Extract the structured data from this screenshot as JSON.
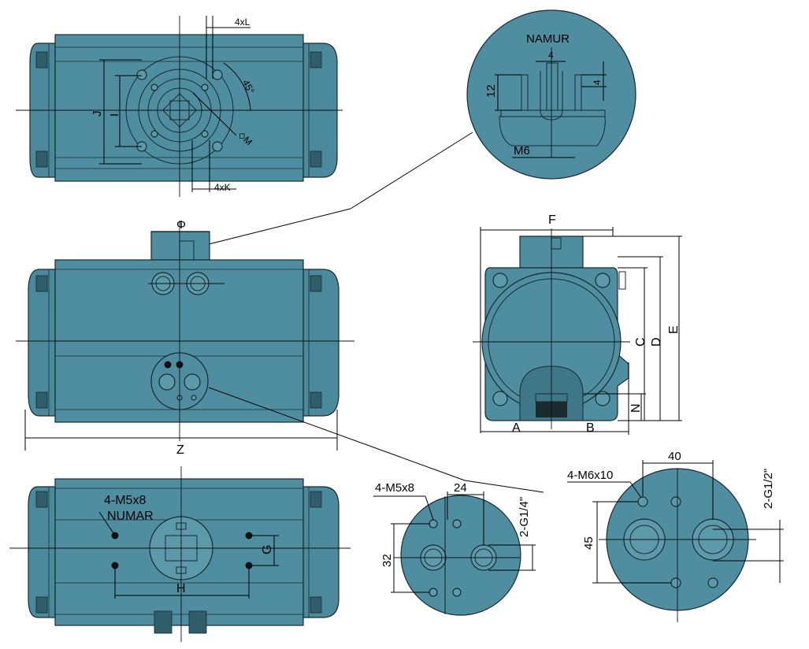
{
  "labels": {
    "top_4xL": "4xL",
    "top_45deg": "45°",
    "top_J": "J",
    "top_I": "I",
    "top_M": "◇M",
    "top_4xK": "4xK",
    "namur_title": "NAMUR",
    "namur_4": "4",
    "namur_4b": "4",
    "namur_12": "12",
    "namur_m6": "M6",
    "front_phi": "Φ",
    "front_Z": "Z",
    "side_F": "F",
    "side_C": "C",
    "side_D": "D",
    "side_E": "E",
    "side_N": "N",
    "side_A": "A",
    "side_B": "B",
    "bottom_4m5x8": "4-M5x8",
    "bottom_numar": "NUMAR",
    "bottom_G": "G",
    "bottom_H": "H",
    "small_4m5x8": "4-M5x8",
    "small_24": "24",
    "small_32": "32",
    "small_g14": "2-G1/4\"",
    "large_4m6x10": "4-M6x10",
    "large_40": "40",
    "large_45": "45",
    "large_g12": "2-G1/2\""
  }
}
